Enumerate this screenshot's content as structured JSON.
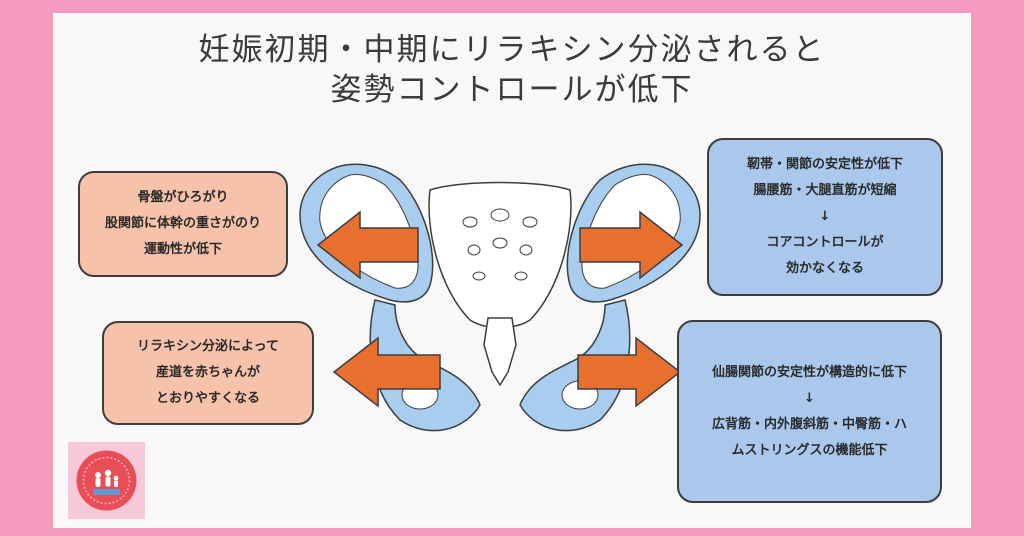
{
  "title": {
    "line1": "妊娠初期・中期にリラキシン分泌されると",
    "line2": "姿勢コントロールが低下"
  },
  "boxes": {
    "top_left": [
      "骨盤がひろがり",
      "股関節に体幹の重さがのり",
      "運動性が低下"
    ],
    "bottom_left": [
      "リラキシン分泌によって",
      "産道を赤ちゃんが",
      "とおりやすくなる"
    ],
    "top_right": [
      "靭帯・関節の安定性が低下",
      "腸腰筋・大腿直筋が短縮",
      "↓",
      "コアコントロールが",
      "効かなくなる"
    ],
    "bottom_right": [
      "仙腸関節の安定性が構造的に低下",
      "↓",
      "広背筋・内外腹斜筋・中臀筋・ハ",
      "ムストリングスの機能低下"
    ]
  },
  "colors": {
    "background": "#f59bc0",
    "card": "#f8f8f8",
    "pink_box": "#f6c2aa",
    "blue_box": "#a9c8ec",
    "arrow": "#e8702f",
    "bone_shadow": "#a9cdee"
  },
  "icons": {
    "logo": "family-logo"
  }
}
